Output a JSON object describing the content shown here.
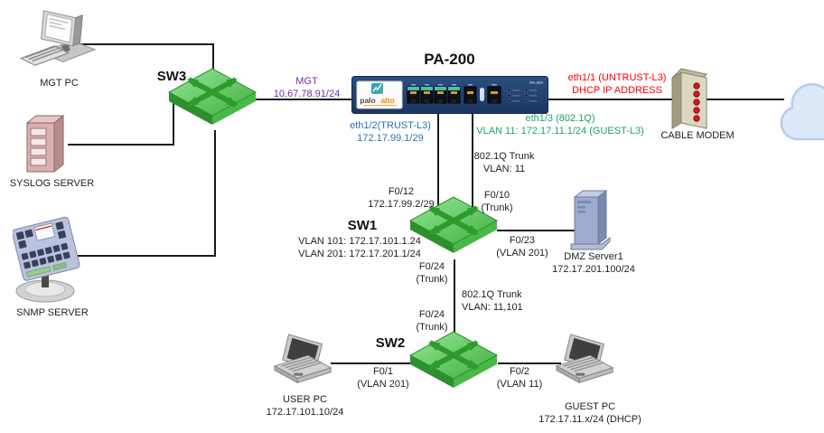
{
  "colors": {
    "line": "#1A1A1A",
    "link_purple": "#7030A0",
    "link_blue": "#2E74B5",
    "link_green": "#21A366",
    "link_red": "#FF0000",
    "switch_green": "#57C157",
    "firewall_navy": "#20406F"
  },
  "icons": {
    "switch": "green-diamond-arrows-switch-icon",
    "firewall": "pa200-appliance-icon",
    "desktop": "desktop-pc-icon",
    "laptop": "laptop-icon",
    "server_tower": "tower-server-icon",
    "modem": "cable-modem-icon",
    "cloud": "internet-cloud-icon",
    "console": "console-workstation-icon"
  },
  "nodes": {
    "mgt_pc": {
      "label": "MGT PC"
    },
    "syslog_server": {
      "label": "SYSLOG SERVER"
    },
    "snmp_server": {
      "label": "SNMP SERVER"
    },
    "sw3": {
      "label": "SW3"
    },
    "pa200": {
      "title": "PA-200",
      "brand_palo": "palo",
      "brand_alto": "alto",
      "model_tag": "PA-200"
    },
    "cable_modem": {
      "label": "CABLE MODEM"
    },
    "sw1": {
      "label": "SW1",
      "vlan_line1": "VLAN 101: 172.17.101.1.24",
      "vlan_line2": "VLAN 201: 172.17.201.1/24"
    },
    "dmz_server": {
      "name": "DMZ Server1",
      "ip": "172.17.201.100/24"
    },
    "sw2": {
      "label": "SW2"
    },
    "user_pc": {
      "name": "USER PC",
      "ip": "172.17.101.10/24"
    },
    "guest_pc": {
      "name": "GUEST PC",
      "ip": "172.17.11.x/24 (DHCP)"
    }
  },
  "links": {
    "mgt": {
      "line1": "MGT",
      "line2": "10.67.78.91/24",
      "color": "#7030A0"
    },
    "eth1_2": {
      "line1": "eth1/2(TRUST-L3)",
      "line2": "172.17.99.1/29",
      "color": "#2E74B5"
    },
    "eth1_3": {
      "line1": "eth1/3 (802.1Q)",
      "line2": "VLAN 11: 172.17.11.1/24 (GUEST-L3)",
      "color": "#21A366"
    },
    "eth1_1": {
      "line1": "eth1/1 (UNTRUST-L3)",
      "line2": "DHCP IP ADDRESS",
      "color": "#FF0000"
    },
    "trunk_pa_sw1": {
      "line1": "802.1Q Trunk",
      "line2": "VLAN: 11"
    },
    "f0_12": {
      "line1": "F0/12",
      "line2": "172.17.99.2/29"
    },
    "f0_10": {
      "line1": "F0/10",
      "line2": "(Trunk)"
    },
    "f0_23": {
      "line1": "F0/23",
      "line2": "(VLAN 201)"
    },
    "f0_24_sw1": {
      "line1": "F0/24",
      "line2": "(Trunk)"
    },
    "trunk_sw1_sw2": {
      "line1": "802.1Q Trunk",
      "line2": "VLAN: 11,101"
    },
    "f0_24_sw2": {
      "line1": "F0/24",
      "line2": "(Trunk)"
    },
    "f0_1": {
      "line1": "F0/1",
      "line2": "(VLAN 201)"
    },
    "f0_2": {
      "line1": "F0/2",
      "line2": "(VLAN 11)"
    }
  }
}
